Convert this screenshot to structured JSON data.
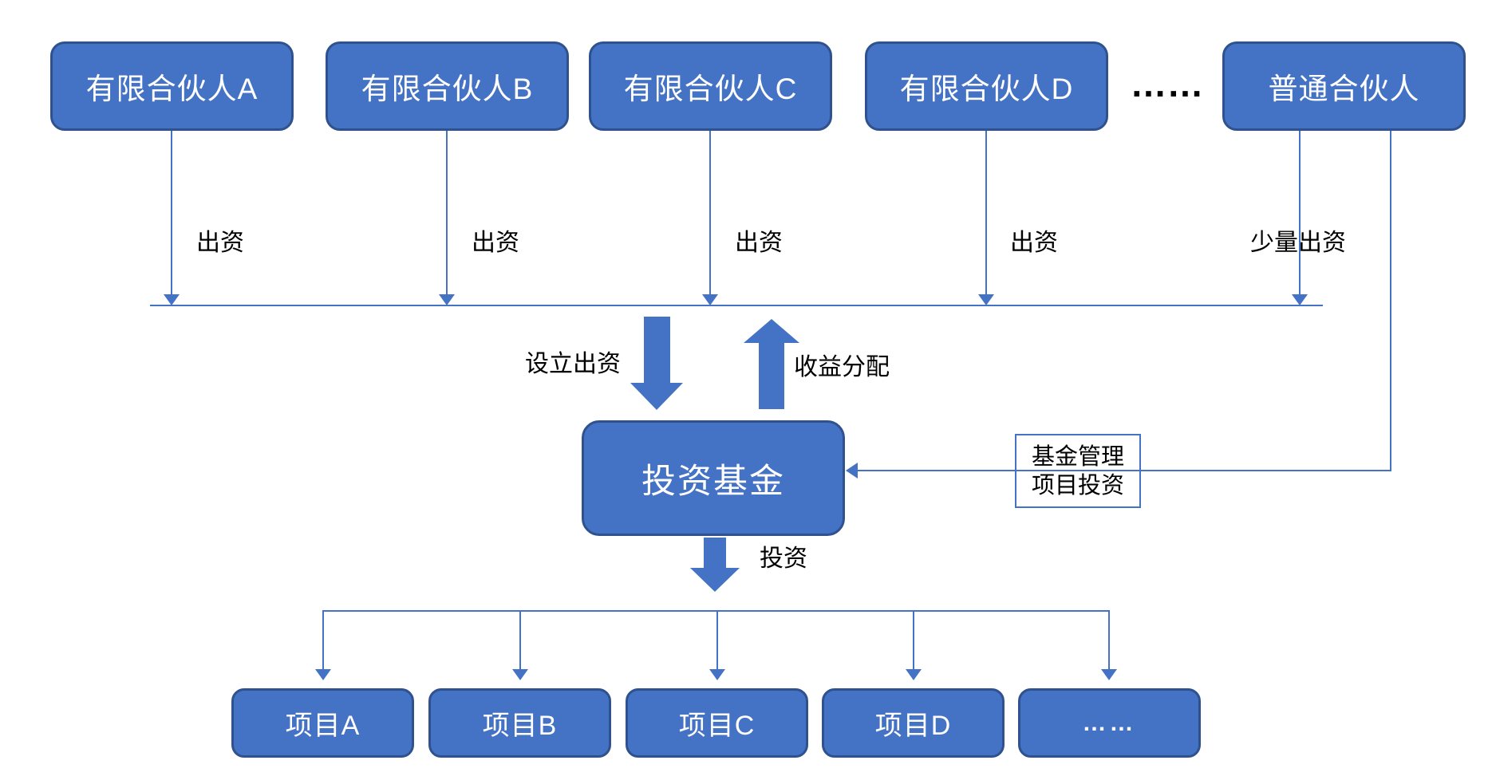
{
  "partners": {
    "lp_a": {
      "label": "有限合伙人A",
      "edge_label": "出资"
    },
    "lp_b": {
      "label": "有限合伙人B",
      "edge_label": "出资"
    },
    "lp_c": {
      "label": "有限合伙人C",
      "edge_label": "出资"
    },
    "lp_d": {
      "label": "有限合伙人D",
      "edge_label": "出资"
    },
    "ellipsis": "……",
    "gp": {
      "label": "普通合伙人",
      "edge_label": "少量出资"
    }
  },
  "fund": {
    "label": "投资基金",
    "inflow_label": "设立出资",
    "outflow_label": "收益分配",
    "management_note": {
      "line1": "基金管理",
      "line2": "项目投资"
    },
    "investment_label": "投资"
  },
  "projects": {
    "boxes": [
      {
        "label": "项目A"
      },
      {
        "label": "项目B"
      },
      {
        "label": "项目C"
      },
      {
        "label": "项目D"
      },
      {
        "label": "……"
      }
    ]
  },
  "colors": {
    "node_fill": "#4472C4",
    "node_border": "#2F528F",
    "connector": "#4472C4",
    "node_text": "#FFFFFF",
    "label_text": "#000000"
  }
}
